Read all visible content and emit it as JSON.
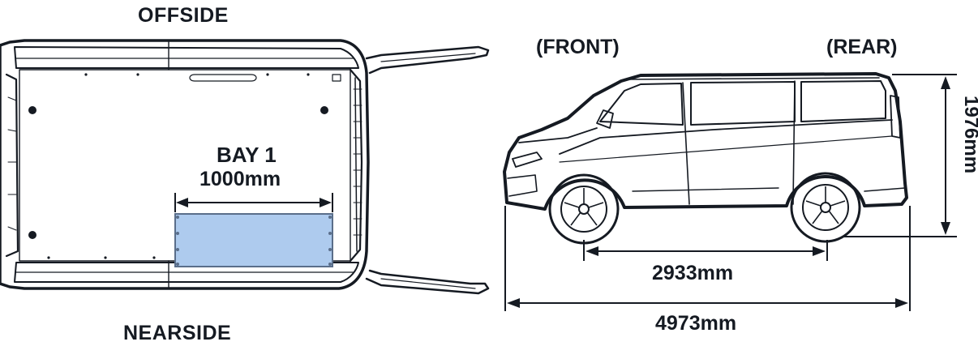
{
  "top_view": {
    "offside_label": "OFFSIDE",
    "nearside_label": "NEARSIDE",
    "bay": {
      "name": "BAY 1",
      "width_label": "1000mm"
    }
  },
  "side_view": {
    "front_label": "(FRONT)",
    "rear_label": "(REAR)",
    "wheelbase_label": "2933mm",
    "length_label": "4973mm",
    "height_label": "1976mm"
  },
  "colors": {
    "outline": "#151a22",
    "bay_fill": "#aecbee",
    "bay_stroke": "#5a6e8a"
  }
}
